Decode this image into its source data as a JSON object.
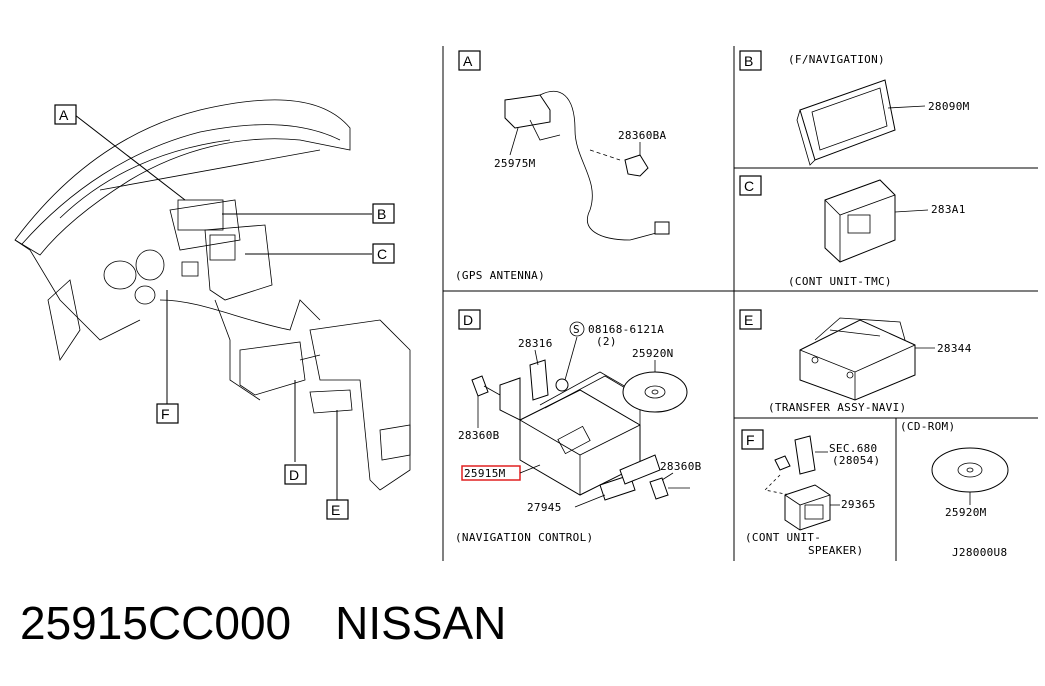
{
  "diagram": {
    "main_callouts": [
      "A",
      "B",
      "C",
      "D",
      "E",
      "F"
    ],
    "panel_A": {
      "letter": "A",
      "parts": [
        "25975M",
        "28360BA"
      ],
      "caption": "(GPS ANTENNA)"
    },
    "panel_B": {
      "letter": "B",
      "header": "(F/NAVIGATION)",
      "parts": [
        "28090M"
      ]
    },
    "panel_C": {
      "letter": "C",
      "parts": [
        "283A1"
      ],
      "caption": "(CONT UNIT-TMC)"
    },
    "panel_D": {
      "letter": "D",
      "parts": [
        "28316",
        "08168-6121A",
        "(2)",
        "25920N",
        "28360B",
        "25915M",
        "28360B",
        "27945"
      ],
      "screw_symbol": "S",
      "caption": "(NAVIGATION CONTROL)"
    },
    "panel_E": {
      "letter": "E",
      "parts": [
        "28344"
      ],
      "caption": "(TRANSFER ASSY-NAVI)"
    },
    "panel_F": {
      "letter": "F",
      "parts": [
        "SEC.680",
        "(28054)",
        "29365"
      ],
      "caption_line1": "(CONT UNIT-",
      "caption_line2": "SPEAKER)"
    },
    "panel_CDROM": {
      "header": "(CD-ROM)",
      "parts": [
        "25920M"
      ]
    },
    "diagram_code": "J28000U8",
    "highlight_color": "#e02020"
  },
  "footer": {
    "part_number": "25915CC000",
    "brand": "NISSAN"
  }
}
